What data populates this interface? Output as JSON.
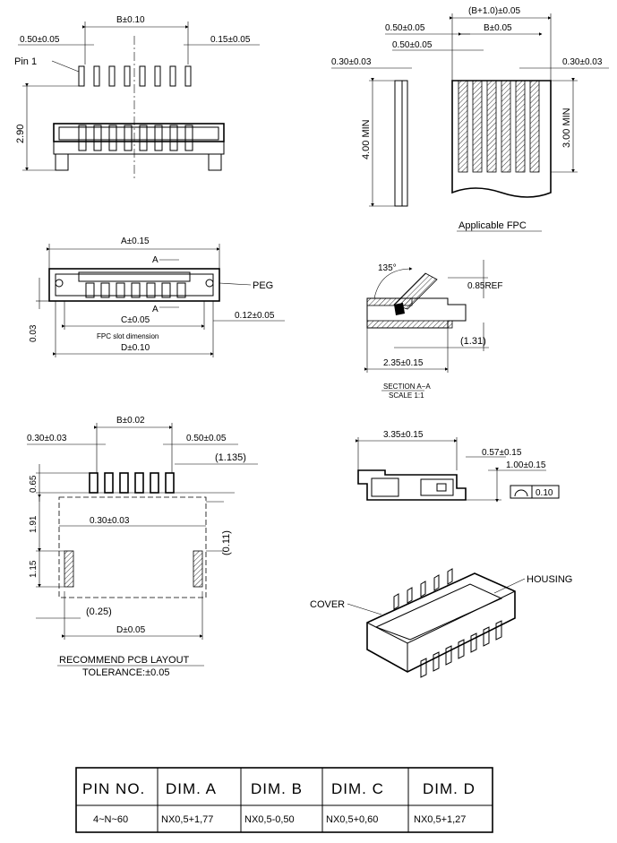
{
  "top_view": {
    "dim_b": "B±0.10",
    "pitch_left": "0.50±0.05",
    "gap_right": "0.15±0.05",
    "pin1": "Pin 1",
    "height": "2.90"
  },
  "fpc_view": {
    "b_plus": "(B+1.0)±0.05",
    "pitch_a": "0.50±0.05",
    "dim_b": "B±0.05",
    "pitch_b": "0.50±0.05",
    "thick_left": "0.30±0.03",
    "thick_right": "0.30±0.03",
    "min_left": "4.00 MIN",
    "min_right": "3.00 MIN",
    "caption": "Applicable FPC"
  },
  "front_view": {
    "dim_a": "A±0.15",
    "peg": "PEG",
    "marker_a_top": "A",
    "marker_a_bottom": "A",
    "dim_c": "C±0.05",
    "slot": "FPC slot dimension",
    "dim_d": "D±0.10",
    "side": "0.03",
    "right_gap": "0.12±0.05"
  },
  "section_view": {
    "angle": "135°",
    "ref": "0.85REF",
    "paren": "(1.31)",
    "length": "2.35±0.15",
    "title": "SECTION A−A",
    "scale": "SCALE 1:1"
  },
  "pcb_layout": {
    "dim_b": "B±0.02",
    "left_top": "0.30±0.03",
    "right_top": "0.50±0.05",
    "paren_top": "(1.135)",
    "pad_h": "0.65",
    "h1": "1.91",
    "h2": "1.15",
    "inner": "0.30±0.03",
    "paren_right": "(0.11)",
    "paren_bottom": "(0.25)",
    "dim_d": "D±0.05",
    "caption": "RECOMMEND PCB LAYOUT",
    "tolerance": "TOLERANCE:±0.05"
  },
  "side_view": {
    "length": "3.35±0.15",
    "d1": "0.57±0.15",
    "d2": "1.00±0.15",
    "flat": "0.10"
  },
  "iso_view": {
    "cover": "COVER",
    "housing": "HOUSING"
  },
  "table": {
    "headers": [
      "PIN NO.",
      "DIM. A",
      "DIM. B",
      "DIM. C",
      "DIM. D"
    ],
    "row": [
      "4~N~60",
      "NX0,5+1,77",
      "NX0,5-0,50",
      "NX0,5+0,60",
      "NX0,5+1,27"
    ]
  }
}
